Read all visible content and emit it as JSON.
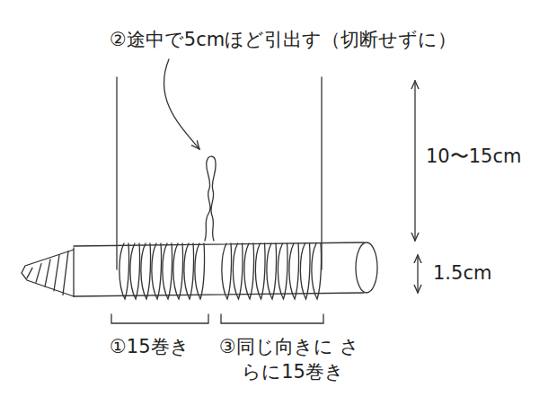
{
  "diagram": {
    "labels": [
      "②途中で5cmほど引出す（切断せずに）",
      "10〜15cm",
      "1.5cm",
      "①15巻き",
      "③同じ向きに さらに15巻き"
    ]
  }
}
